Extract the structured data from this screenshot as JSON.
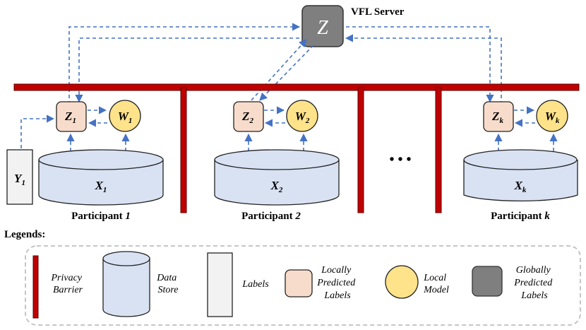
{
  "server": {
    "label": "VFL Server",
    "symbol": "Z"
  },
  "participants": [
    {
      "name_prefix": "Participant ",
      "name_index": "1",
      "index_italic": true,
      "z_sub": "1",
      "w_sub": "1",
      "x_sub": "1",
      "y_sub": "1"
    },
    {
      "name_prefix": "Participant ",
      "name_index": "2",
      "index_italic": true,
      "z_sub": "2",
      "w_sub": "2",
      "x_sub": "2"
    },
    {
      "name_prefix": "Participant ",
      "name_index": "k",
      "index_italic": false,
      "z_sub": "k",
      "w_sub": "k",
      "x_sub": "k"
    }
  ],
  "symbols": {
    "z": "Z",
    "w": "W",
    "x": "X",
    "y": "Y"
  },
  "ellipsis": "• • •",
  "legend": {
    "title": "Legends:",
    "privacy_barrier": [
      "Privacy",
      "Barrier"
    ],
    "data_store": [
      "Data",
      "Store"
    ],
    "labels": [
      "Labels"
    ],
    "local_pred": [
      "Locally",
      "Predicted",
      "Labels"
    ],
    "local_model": [
      "Local",
      "Model"
    ],
    "global_pred": [
      "Globally",
      "Predicted",
      "Labels"
    ]
  },
  "colors": {
    "barrier": "#c00000",
    "barrier_stroke": "#5a0000",
    "arrow": "#4472c4",
    "data_store": "#d9e2f3",
    "local_pred": "#f8dccb",
    "local_model": "#ffe38a",
    "global_pred": "#7f7f7f",
    "labels_box": "#f2f2f2"
  }
}
